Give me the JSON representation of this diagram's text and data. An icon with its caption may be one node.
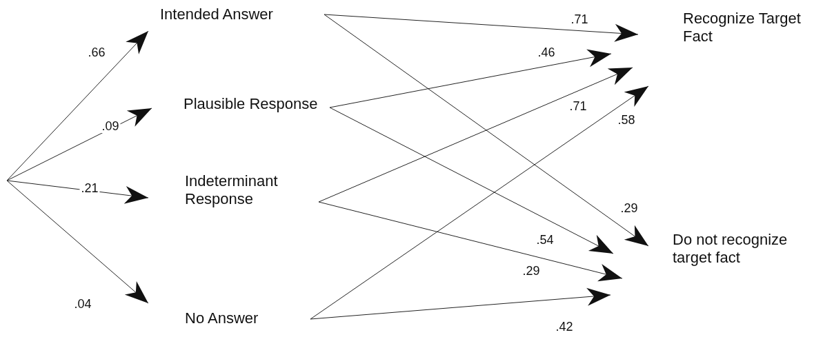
{
  "diagram": {
    "nodes": [
      {
        "text": [
          "Intended Answer"
        ]
      },
      {
        "text": [
          "Plausible Response"
        ]
      },
      {
        "text": [
          "Indeterminant Response"
        ]
      },
      {
        "text": [
          "No Answer"
        ]
      },
      {
        "text": [
          "Recognize Target Fact"
        ]
      },
      {
        "text": [
          "Do not recognize target fact"
        ]
      }
    ],
    "edges": [
      {
        "from": null,
        "to": 0,
        "arrow": "to",
        "label": ".66"
      },
      {
        "from": null,
        "to": 1,
        "arrow": "to",
        "label": ".09"
      },
      {
        "from": null,
        "to": 2,
        "arrow": "to",
        "label": ".21"
      },
      {
        "from": null,
        "to": 3,
        "arrow": "to",
        "label": ".04"
      },
      {
        "from": 0,
        "to": 4,
        "arrow": "to",
        "label": ".71"
      },
      {
        "from": 0,
        "to": 5,
        "arrow": "to",
        "label": ".29"
      },
      {
        "from": 1,
        "to": 4,
        "arrow": "to",
        "label": ".46"
      },
      {
        "from": 1,
        "to": 5,
        "arrow": "to",
        "label": ".54"
      },
      {
        "from": 2,
        "to": 4,
        "arrow": "to",
        "label": ".71"
      },
      {
        "from": 2,
        "to": 5,
        "arrow": "to",
        "label": ".29"
      },
      {
        "from": 3,
        "to": 4,
        "arrow": "to",
        "label": ".58"
      },
      {
        "from": 3,
        "to": 5,
        "arrow": "to",
        "label": ".42"
      }
    ]
  }
}
